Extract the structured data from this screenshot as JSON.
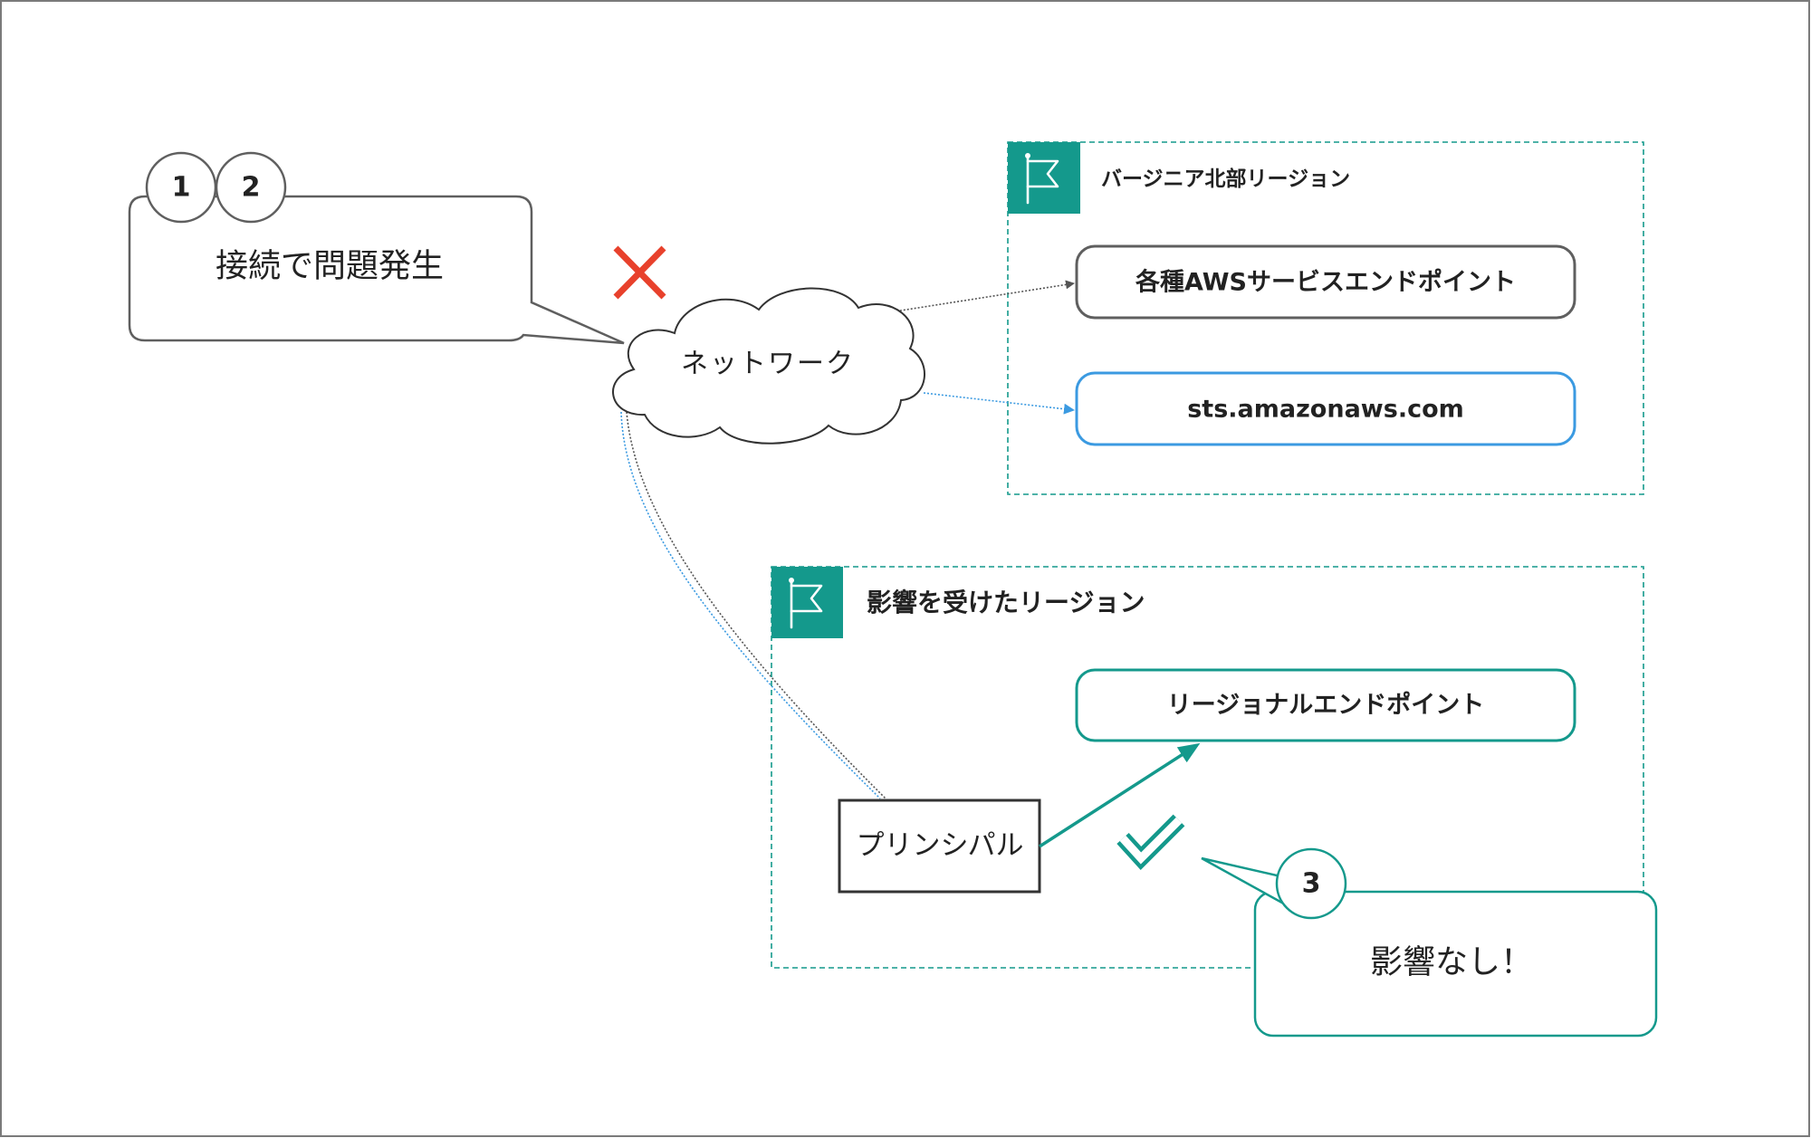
{
  "callout_problem": {
    "badges": [
      "1",
      "2"
    ],
    "text": "接続で問題発生"
  },
  "network": {
    "label": "ネットワーク"
  },
  "region_virginia": {
    "label": "バージニア北部リージョン",
    "endpoints": [
      "各種AWSサービスエンドポイント",
      "sts.amazonaws.com"
    ]
  },
  "region_affected": {
    "label": "影響を受けたリージョン",
    "endpoint": "リージョナルエンドポイント",
    "principal": "プリンシパル"
  },
  "callout_result": {
    "badge": "3",
    "text": "影響なし！"
  },
  "icons": {
    "failure": "x-mark-icon",
    "success": "check-icon",
    "region": "flag-icon"
  },
  "colors": {
    "teal": "#14998c",
    "blue": "#3b9ae1",
    "red": "#e8412c",
    "gray": "#5f5f5f"
  }
}
